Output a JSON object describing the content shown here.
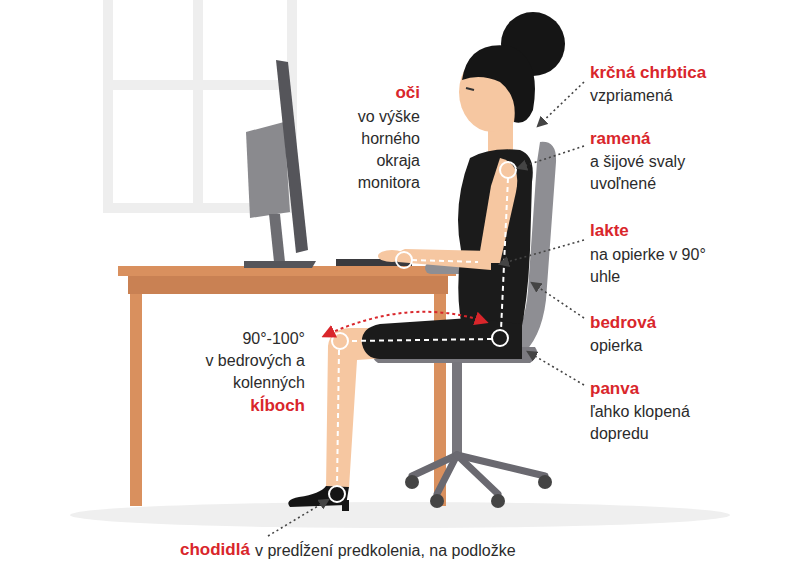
{
  "diagram": {
    "labels": [
      "oči",
      "vo výške horného okraja monitora",
      "krčná chrbtica",
      "vzpriamená",
      "ramená",
      "a šijové svaly uvoľnené",
      "lakte",
      "na opierke v 90° uhle",
      "bedrová",
      "opierka",
      "panva",
      "ľahko klopená dopredu",
      "90°-100°",
      "v bedrových a kolenných",
      "kĺboch",
      "chodidlá",
      "v predĺžení predkolenia, na podložke"
    ]
  }
}
